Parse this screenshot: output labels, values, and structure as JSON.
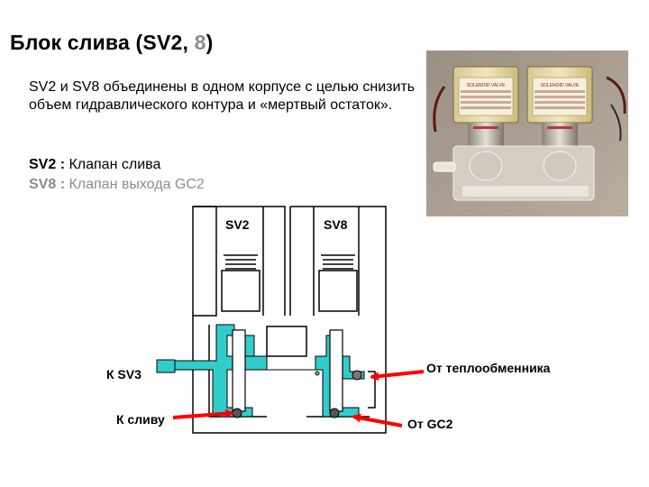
{
  "title": {
    "main": "Блок слива (SV2, ",
    "num": "8",
    "close": ")"
  },
  "description": "SV2 и SV8 объединены в одном корпусе с целью снизить объем гидравлического контура и «мертвый остаток».",
  "legend": [
    {
      "code": "SV2 :",
      "text": " Клапан слива"
    },
    {
      "code": "SV8 :",
      "text": " Клапан выхода GC2"
    }
  ],
  "photo_labels": [
    "SOLENOID VALVE",
    "SOLENOID VALVE"
  ],
  "diagram": {
    "valve_left": "SV2",
    "valve_right": "SV8",
    "callouts": {
      "to_sv3": "К SV3",
      "to_drain": "К сливу",
      "from_exchanger": "От теплообменника",
      "from_gc2": "От GC2"
    }
  },
  "colors": {
    "fluid": "#33cccc",
    "arrow": "#ff0000",
    "accent_gray": "#8c8c8c"
  }
}
